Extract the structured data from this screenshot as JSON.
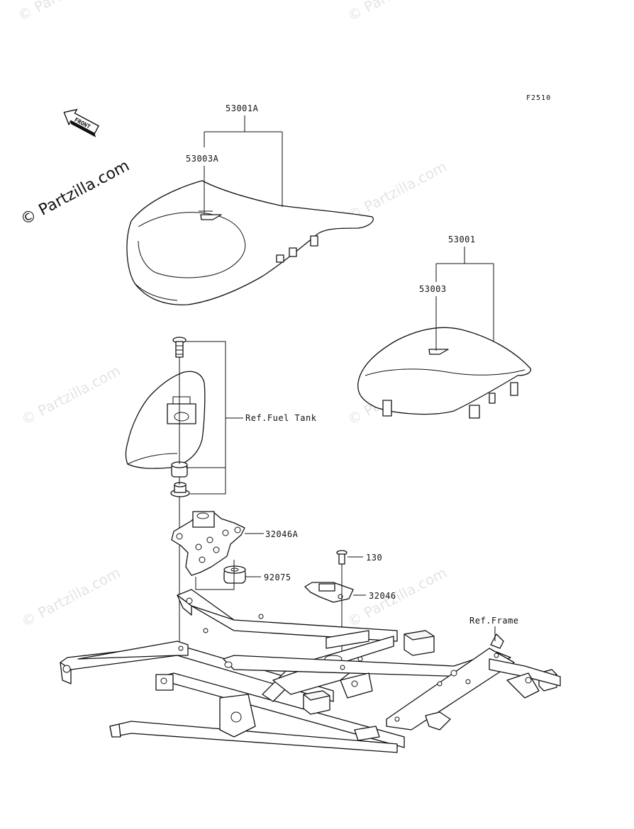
{
  "figure_code": "F2510",
  "front_label": "FRONT",
  "copyright": "© Partzilla.com",
  "watermark": "© Partzilla.com",
  "callouts": {
    "p53001A": "53001A",
    "p53003A": "53003A",
    "p53001": "53001",
    "p53003": "53003",
    "ref_fuel_tank": "Ref.Fuel Tank",
    "p32046A": "32046A",
    "p92075": "92075",
    "p130": "130",
    "p32046": "32046",
    "ref_frame": "Ref.Frame"
  }
}
